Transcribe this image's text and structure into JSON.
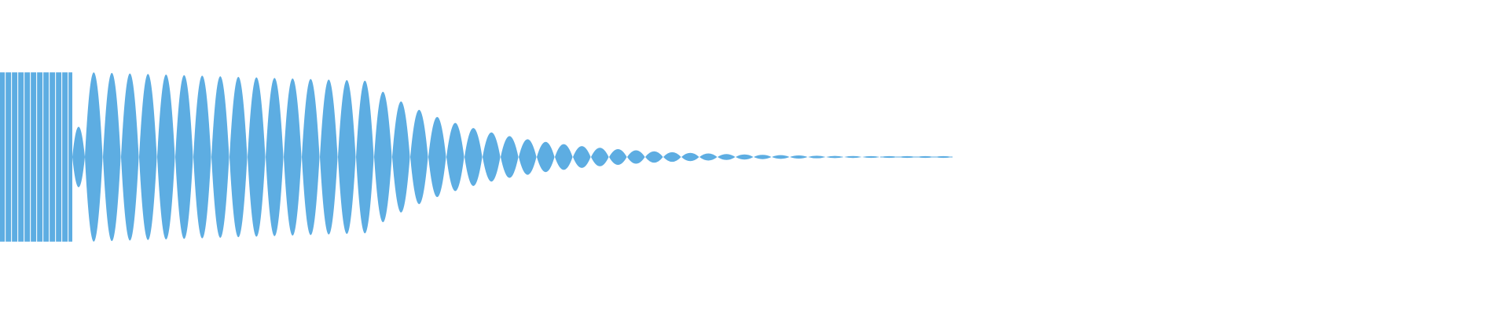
{
  "waveform": {
    "color": "#5dade2",
    "background": "#ffffff",
    "amplitude_peak": 1.0,
    "description_free_signal": true,
    "segments": [
      {
        "kind": "dense-burst",
        "cycles": 10,
        "amplitude": 1.0
      },
      {
        "kind": "decaying-lobes",
        "lobes": 48,
        "start_amplitude": 0.98,
        "end_amplitude": 0.01
      }
    ],
    "relative_extent": 0.64
  }
}
